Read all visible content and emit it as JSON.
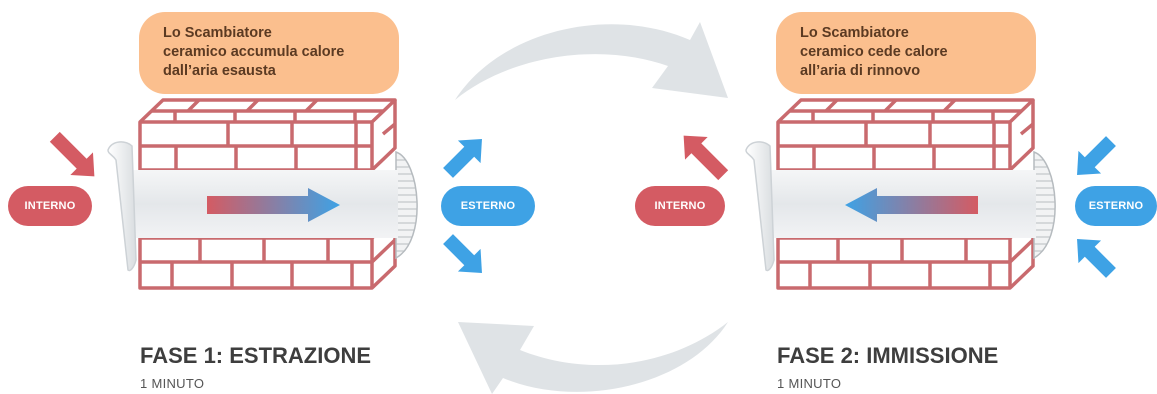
{
  "phases": [
    {
      "callout_lines": [
        "Lo Scambiatore",
        "ceramico accumula calore",
        "dall’aria esausta"
      ],
      "left_label": "INTERNO",
      "right_label": "ESTERNO",
      "title": "FASE 1: ESTRAZIONE",
      "subtitle": "1 MINUTO"
    },
    {
      "callout_lines": [
        "Lo Scambiatore",
        "ceramico cede calore",
        "all’aria di rinnovo"
      ],
      "left_label": "INTERNO",
      "right_label": "ESTERNO",
      "title": "FASE 2: IMMISSIONE",
      "subtitle": "1 MINUTO"
    }
  ],
  "colors": {
    "interno": "#d45b63",
    "esterno": "#3ea2e5",
    "callout": "#fbbf8e",
    "brick": "#c96a6e",
    "cycle_arrow": "#dfe3e6"
  }
}
